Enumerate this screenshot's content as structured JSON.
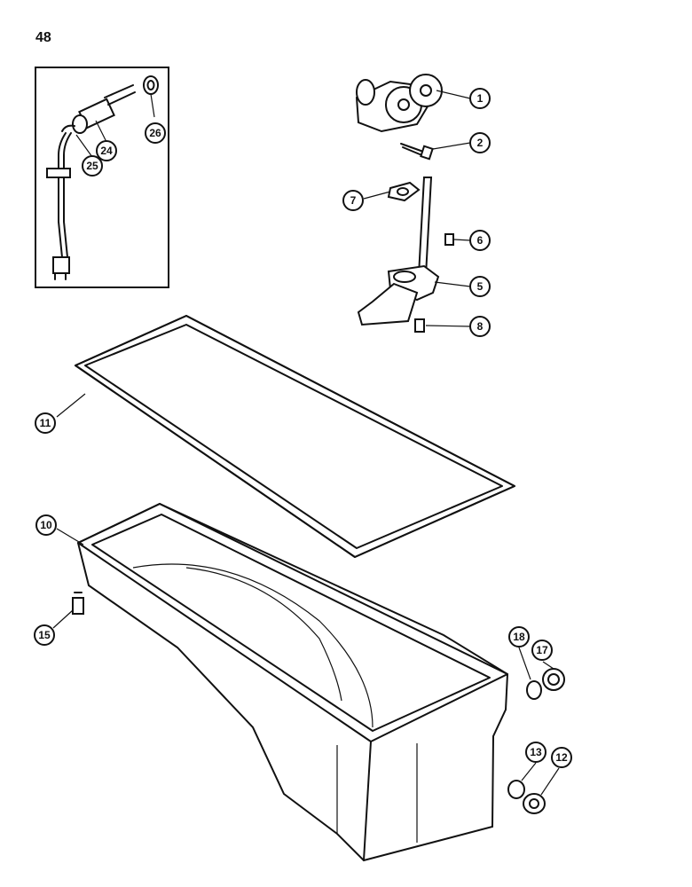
{
  "page": {
    "number": "48"
  },
  "callouts": [
    {
      "id": "1",
      "label": "1"
    },
    {
      "id": "2",
      "label": "2"
    },
    {
      "id": "7",
      "label": "7"
    },
    {
      "id": "6",
      "label": "6"
    },
    {
      "id": "5",
      "label": "5"
    },
    {
      "id": "8",
      "label": "8"
    },
    {
      "id": "24",
      "label": "24"
    },
    {
      "id": "25",
      "label": "25"
    },
    {
      "id": "26",
      "label": "26"
    },
    {
      "id": "11",
      "label": "11"
    },
    {
      "id": "10",
      "label": "10"
    },
    {
      "id": "15",
      "label": "15"
    },
    {
      "id": "17",
      "label": "17"
    },
    {
      "id": "18",
      "label": "18"
    },
    {
      "id": "13",
      "label": "13"
    },
    {
      "id": "12",
      "label": "12"
    }
  ]
}
